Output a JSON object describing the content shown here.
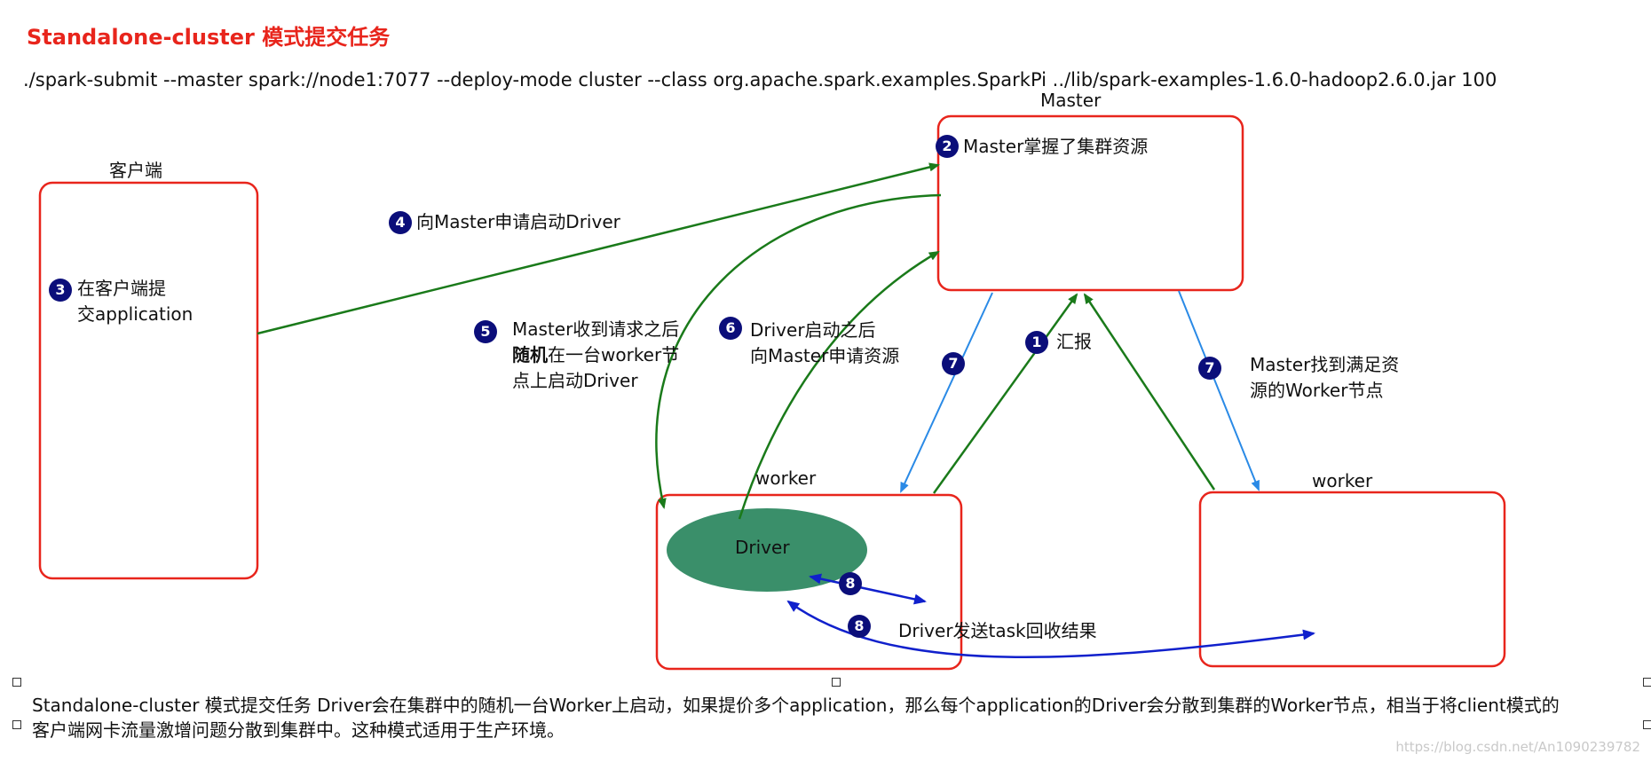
{
  "title": "Standalone-cluster 模式提交任务",
  "command": "./spark-submit --master spark://node1:7077 --deploy-mode cluster --class org.apache.spark.examples.SparkPi ../lib/spark-examples-1.6.0-hadoop2.6.0.jar 100",
  "nodes": {
    "client": {
      "label": "客户端"
    },
    "master": {
      "label": "Master"
    },
    "worker_left": {
      "label": "worker"
    },
    "worker_right": {
      "label": "worker"
    },
    "driver": {
      "label": "Driver"
    }
  },
  "steps": {
    "s1": {
      "num": "1",
      "text": "汇报"
    },
    "s2": {
      "num": "2",
      "text": "Master掌握了集群资源"
    },
    "s3": {
      "num": "3",
      "line1": "在客户端提",
      "line2": "交application"
    },
    "s4": {
      "num": "4",
      "text": "向Master申请启动Driver"
    },
    "s5": {
      "num": "5",
      "line1": "Master收到请求之后",
      "line2_bold": "随机",
      "line2_rest": "在一台worker节",
      "line3": "点上启动Driver"
    },
    "s6": {
      "num": "6",
      "line1": "Driver启动之后",
      "line2": "向Master申请资源"
    },
    "s7a": {
      "num": "7"
    },
    "s7b": {
      "num": "7",
      "line1": "Master找到满足资",
      "line2": "源的Worker节点"
    },
    "s8a": {
      "num": "8"
    },
    "s8b": {
      "num": "8",
      "text": "Driver发送task回收结果"
    }
  },
  "footer": {
    "line1": "Standalone-cluster 模式提交任务 Driver会在集群中的随机一台Worker上启动，如果提价多个application，那么每个application的Driver会分散到集群的Worker节点，相当于将client模式的",
    "line2": "客户端网卡流量激增问题分散到集群中。这种模式适用于生产环境。"
  },
  "watermark": "https://blog.csdn.net/An1090239782",
  "colors": {
    "box_border": "#e8251c",
    "green_arrow": "#1a7a1a",
    "blue_arrow": "#2a8ae6",
    "dark_blue_arrow": "#1020cc",
    "driver_fill": "#3a8f6a",
    "badge": "#0b0e7a"
  }
}
